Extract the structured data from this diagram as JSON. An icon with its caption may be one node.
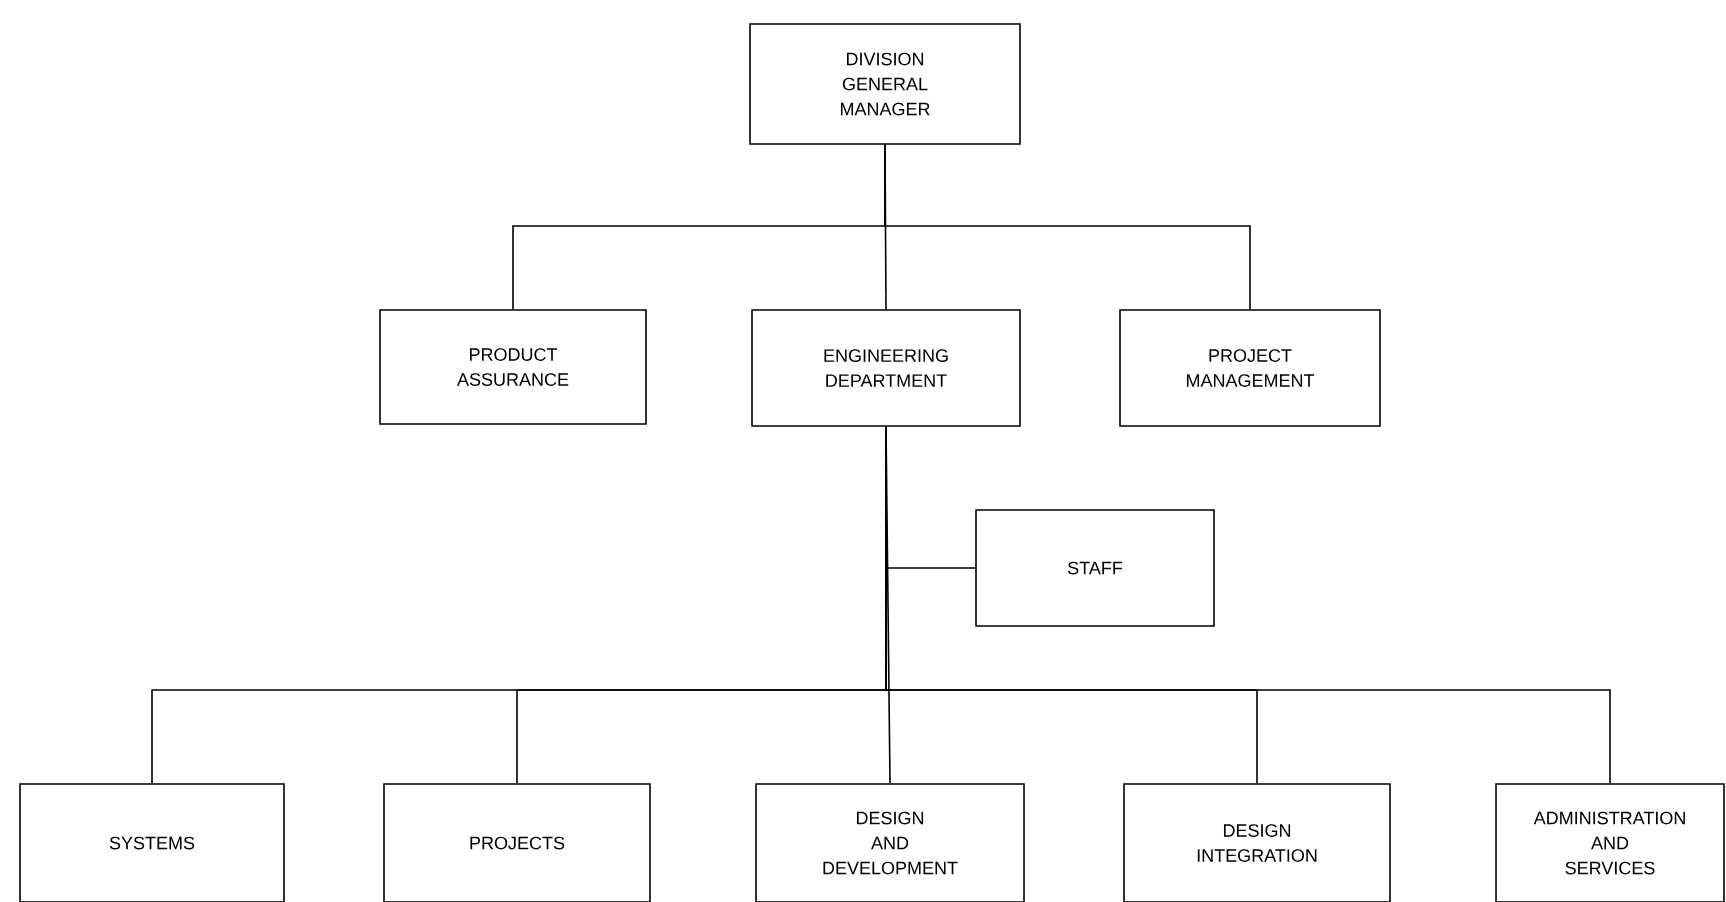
{
  "diagram": {
    "nodes": [
      {
        "text": [
          "DIVISION GENERAL MANAGER"
        ]
      },
      {
        "text": [
          "PRODUCT ASSURANCE"
        ]
      },
      {
        "text": [
          "ENGINEERING DEPARTMENT"
        ]
      },
      {
        "text": [
          "PROJECT MANAGEMENT"
        ]
      },
      {
        "text": [
          "STAFF"
        ]
      },
      {
        "text": [
          "SYSTEMS"
        ]
      },
      {
        "text": [
          "PROJECTS"
        ]
      },
      {
        "text": [
          "DESIGN AND DEVELOPMENT"
        ]
      },
      {
        "text": [
          "DESIGN INTEGRATION"
        ]
      },
      {
        "text": [
          "ADMINISTRATION AND SERVICES"
        ]
      }
    ],
    "edges": [
      {
        "from": 0,
        "to": 1,
        "arrow": "none"
      },
      {
        "from": 0,
        "to": 2,
        "arrow": "none"
      },
      {
        "from": 0,
        "to": 3,
        "arrow": "none"
      },
      {
        "from": 2,
        "to": 4,
        "arrow": "none"
      },
      {
        "from": 2,
        "to": 5,
        "arrow": "none"
      },
      {
        "from": 2,
        "to": 6,
        "arrow": "none"
      },
      {
        "from": 2,
        "to": 7,
        "arrow": "none"
      },
      {
        "from": 2,
        "to": 8,
        "arrow": "none"
      },
      {
        "from": 2,
        "to": 9,
        "arrow": "none"
      }
    ]
  }
}
